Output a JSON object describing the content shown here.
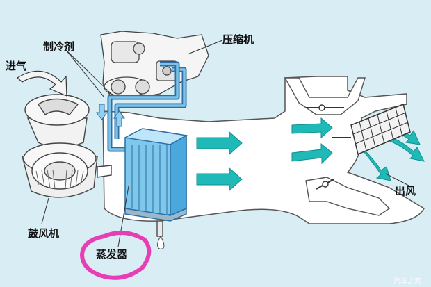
{
  "labels": {
    "refrigerant": "制冷剂",
    "compressor": "压缩机",
    "intake": "进气",
    "blower": "鼓风机",
    "evaporator": "蒸发器",
    "outlet": "出风"
  },
  "watermark": "汽车之家",
  "colors": {
    "background": "#d9edf5",
    "duct_fill": "#ffffff",
    "evaporator": "#7ec8ec",
    "airflow_arrow": "#1fb9b7",
    "highlight_circle": "#e63fb5"
  },
  "icons": [
    "fan-icon",
    "compressor-icon",
    "airflow-arrow-icon",
    "water-drop-icon",
    "vent-grille-icon"
  ]
}
